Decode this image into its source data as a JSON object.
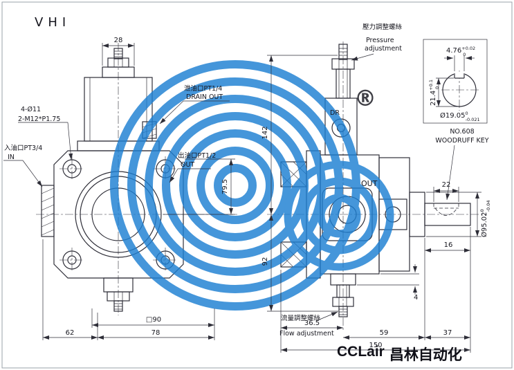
{
  "title": "VHI",
  "colors": {
    "watermark": "#1d7fd2",
    "line": "#2e2e38"
  },
  "watermark": {
    "reg": "®"
  },
  "logo": {
    "en": "CCLair",
    "zh": "昌林自动化"
  },
  "labels": {
    "pressure_zh": "壓力調整螺絲",
    "pressure_en1": "Pressure",
    "pressure_en2": "adjustment",
    "drain_zh": "泄油口PT1/4",
    "drain_en": "DRAIN OUT",
    "holes1": "4-Ø11",
    "holes2": "2-M12*P1.75",
    "outlet_zh": "出油口PT1/2",
    "outlet_en": "OUT",
    "inlet_zh": "入油口PT3/4",
    "inlet_en": "IN",
    "dr": "DR",
    "out_port": "OUT",
    "key1": "NO.608",
    "key2": "WOODRUFF KEY",
    "flow_zh": "流量調整螺絲",
    "flow_en": "Flow adjustment"
  },
  "dims": {
    "d28": "28",
    "d79_5": "79.5",
    "d90": "□90",
    "d62": "62",
    "d78": "78",
    "d142": "142",
    "d92": "92",
    "d22": "22",
    "d16": "16",
    "d4": "4",
    "d36_5": "36.5",
    "d59": "59",
    "d37": "37",
    "d150": "150",
    "d476": {
      "v": "4.76",
      "t1": "+0.02",
      "t2": "0"
    },
    "d214": {
      "v": "21.4",
      "t1": "+0.1",
      "t2": "0"
    },
    "d1905": {
      "v": "Ø19.05",
      "t1": "0",
      "t2": "-0.021"
    },
    "d9502": {
      "v": "Ø95.02",
      "t1": "0",
      "t2": "-0.04"
    }
  }
}
